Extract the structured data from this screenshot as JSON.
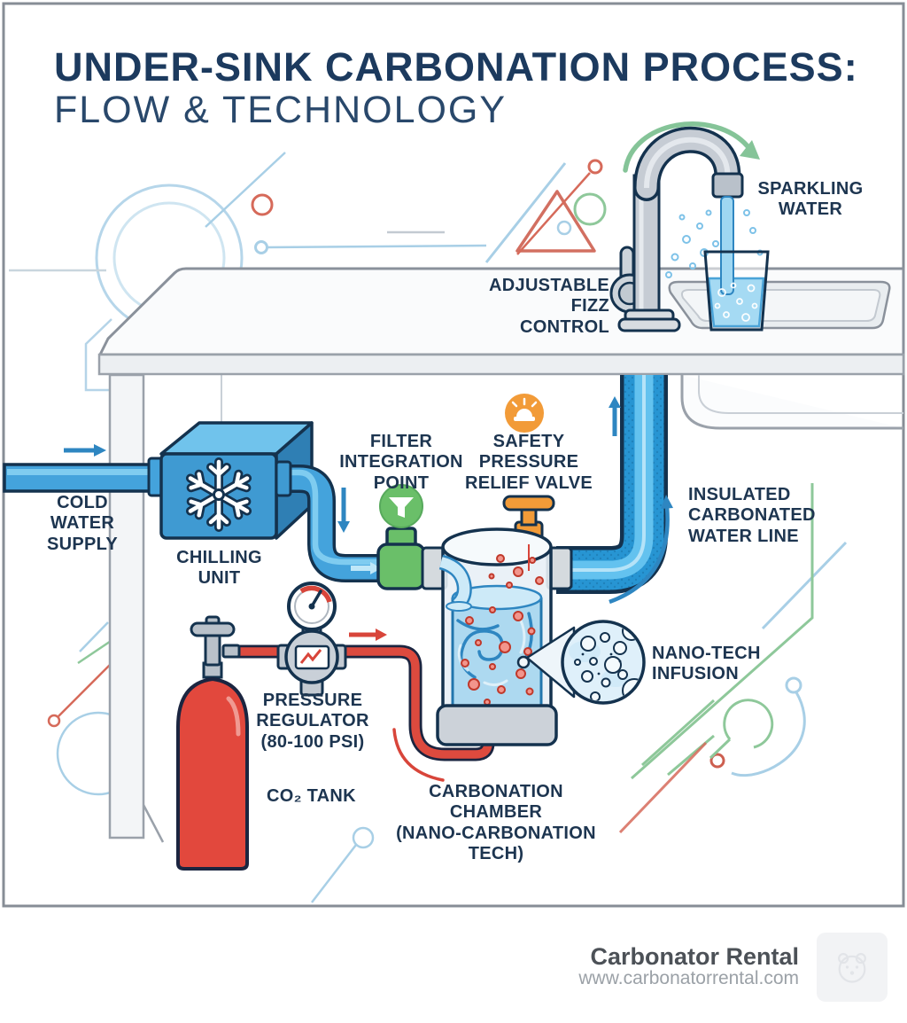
{
  "title": {
    "line1": "UNDER-SINK CARBONATION PROCESS:",
    "line2": "FLOW & TECHNOLOGY"
  },
  "labels": {
    "sparkling_water": "SPARKLING\nWATER",
    "adjustable_fizz": "ADJUSTABLE\nFIZZ CONTROL",
    "cold_water_supply": "COLD\nWATER\nSUPPLY",
    "chilling_unit": "CHILLING\nUNIT",
    "filter_integration": "FILTER\nINTEGRATION\nPOINT",
    "safety_valve": "SAFETY\nPRESSURE\nRELIEF VALVE",
    "insulated_line": "INSULATED\nCARBONATED\nWATER LINE",
    "nano_tech": "NANO-TECH\nINFUSION",
    "pressure_regulator": "PRESSURE\nREGULATOR\n(80-100 PSI)",
    "co2_tank": "CO₂ TANK",
    "carbonation_chamber": "CARBONATION\nCHAMBER\n(NANO-CARBONATION\nTECH)"
  },
  "footer": {
    "brand": "Carbonator Rental",
    "url": "www.carbonatorrental.com"
  },
  "icons": {
    "snowflake-icon": "snowflake on chilling unit",
    "funnel-icon": "filter funnel in green circle",
    "siren-icon": "alarm siren in orange circle",
    "gauge-icon": "pressure gauge dial",
    "magnifier-icon": "nano-bubble zoom lens",
    "bear-logo-icon": "faint bear logo mark"
  },
  "colors": {
    "navy_outline": "#14324e",
    "label_text": "#1d3550",
    "pipe_blue": "#44a3dc",
    "insulated_blue": "#2795d3",
    "co2_red": "#dd4a3e",
    "valve_green": "#6abf69",
    "safety_orange": "#f29b38",
    "counter_gray": "#eceff2",
    "decor_blue": "#a8cfe6",
    "decor_green": "#8ec89a",
    "decor_red": "#d66a5a"
  }
}
